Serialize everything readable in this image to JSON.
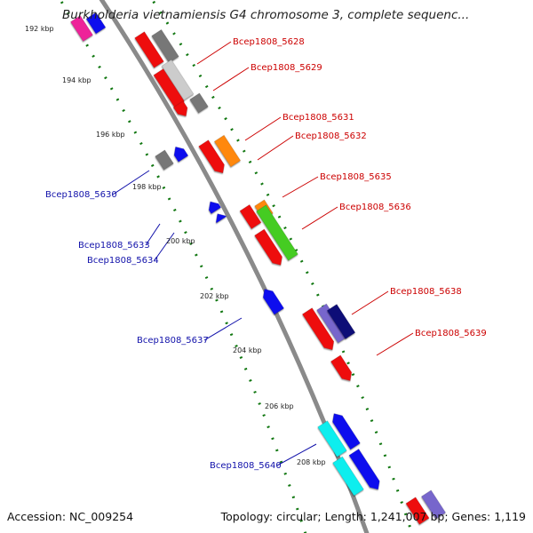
{
  "title": "Burkholderia vietnamiensis G4 chromosome 3, complete sequenc...",
  "footer": {
    "accession": "Accession: NC_009254",
    "topology": "Topology: circular; Length: 1,241,007 bp; Genes: 1,119"
  },
  "kbp_ticks": [
    {
      "label": "192 kbp",
      "pos": 192
    },
    {
      "label": "194 kbp",
      "pos": 194
    },
    {
      "label": "196 kbp",
      "pos": 196
    },
    {
      "label": "198 kbp",
      "pos": 198
    },
    {
      "label": "200 kbp",
      "pos": 200
    },
    {
      "label": "202 kbp",
      "pos": 202
    },
    {
      "label": "204 kbp",
      "pos": 204
    },
    {
      "label": "206 kbp",
      "pos": 206
    },
    {
      "label": "208 kbp",
      "pos": 208
    }
  ],
  "gene_labels": [
    {
      "text": "Bcep1808_5628",
      "strand": "forward",
      "color": "#cc0000"
    },
    {
      "text": "Bcep1808_5629",
      "strand": "forward",
      "color": "#cc0000"
    },
    {
      "text": "Bcep1808_5631",
      "strand": "forward",
      "color": "#cc0000"
    },
    {
      "text": "Bcep1808_5632",
      "strand": "forward",
      "color": "#cc0000"
    },
    {
      "text": "Bcep1808_5635",
      "strand": "forward",
      "color": "#cc0000"
    },
    {
      "text": "Bcep1808_5636",
      "strand": "forward",
      "color": "#cc0000"
    },
    {
      "text": "Bcep1808_5638",
      "strand": "forward",
      "color": "#cc0000"
    },
    {
      "text": "Bcep1808_5639",
      "strand": "forward",
      "color": "#cc0000"
    },
    {
      "text": "Bcep1808_5630",
      "strand": "reverse",
      "color": "#1111aa"
    },
    {
      "text": "Bcep1808_5633",
      "strand": "reverse",
      "color": "#1111aa"
    },
    {
      "text": "Bcep1808_5634",
      "strand": "reverse",
      "color": "#1111aa"
    },
    {
      "text": "Bcep1808_5637",
      "strand": "reverse",
      "color": "#1111aa"
    },
    {
      "text": "Bcep1808_5640",
      "strand": "reverse",
      "color": "#1111aa"
    }
  ],
  "colors": {
    "backbone": "#8a8a8a",
    "tick_dots": "#117711",
    "red": "#ee1111",
    "blue": "#1111ee",
    "navy": "#111177",
    "gray": "#777777",
    "light_gray": "#cccccc",
    "orange": "#ff8811",
    "green": "#44cc22",
    "lavender": "#7766cc",
    "magenta": "#ee2299",
    "cyan": "#11eeee"
  }
}
